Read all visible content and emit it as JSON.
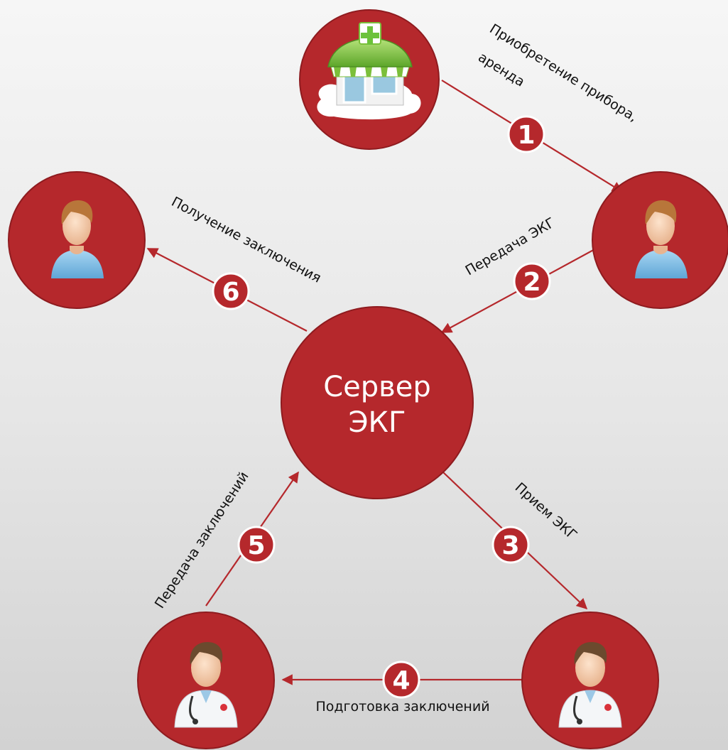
{
  "colors": {
    "node_fill": "#b5282c",
    "node_stroke": "#8e1b1f",
    "arrow": "#b5282c",
    "badge_fill": "#b5282c",
    "badge_stroke": "#ffffff",
    "background_top": "#f6f6f6",
    "background_bottom": "#d2d2d2"
  },
  "center": {
    "line1": "Сервер",
    "line2": "ЭКГ"
  },
  "nodes": [
    {
      "id": "pharmacy",
      "icon": "pharmacy-store-icon"
    },
    {
      "id": "patient-sender",
      "icon": "patient-icon"
    },
    {
      "id": "patient-receiver",
      "icon": "patient-icon"
    },
    {
      "id": "doctor-receiver",
      "icon": "doctor-icon"
    },
    {
      "id": "doctor-sender",
      "icon": "doctor-icon"
    }
  ],
  "steps": [
    {
      "number": "1",
      "label_line1": "Приобретение прибора,",
      "label_line2": "аренда"
    },
    {
      "number": "2",
      "label": "Передача ЭКГ"
    },
    {
      "number": "3",
      "label": "Прием ЭКГ"
    },
    {
      "number": "4",
      "label": "Подготовка заключений"
    },
    {
      "number": "5",
      "label": "Передача заключений"
    },
    {
      "number": "6",
      "label": "Получение заключения"
    }
  ]
}
